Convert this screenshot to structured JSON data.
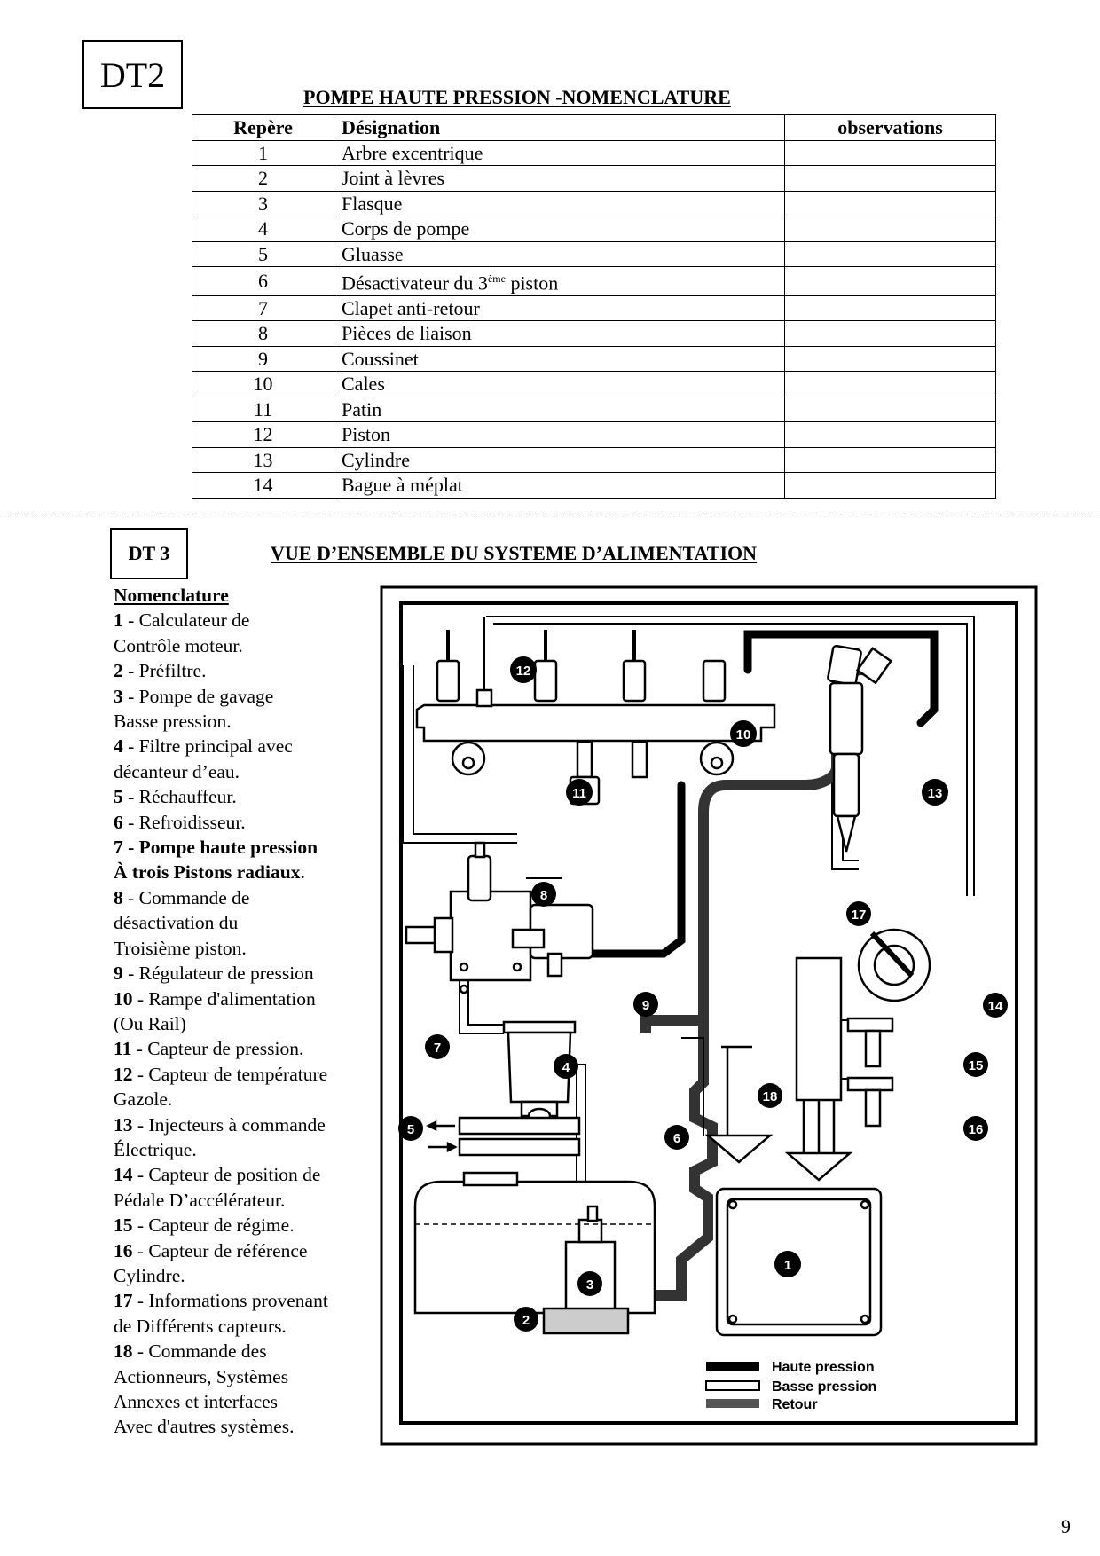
{
  "dt2": {
    "label": "DT2"
  },
  "table": {
    "title": "POMPE HAUTE PRESSION -NOMENCLATURE",
    "headers": [
      "Repère",
      "Désignation",
      "observations"
    ],
    "rows": [
      [
        "1",
        "Arbre excentrique",
        ""
      ],
      [
        "2",
        "Joint à lèvres",
        ""
      ],
      [
        "3",
        "Flasque",
        ""
      ],
      [
        "4",
        "Corps de pompe",
        ""
      ],
      [
        "5",
        "Gluasse",
        ""
      ],
      [
        "6",
        "Désactivateur du 3",
        ""
      ],
      [
        "7",
        "Clapet anti-retour",
        ""
      ],
      [
        "8",
        "Pièces de liaison",
        ""
      ],
      [
        "9",
        "Coussinet",
        ""
      ],
      [
        "10",
        "Cales",
        ""
      ],
      [
        "11",
        "Patin",
        ""
      ],
      [
        "12",
        "Piston",
        ""
      ],
      [
        "13",
        "Cylindre",
        ""
      ],
      [
        "14",
        "Bague à méplat",
        ""
      ]
    ],
    "row6_sup": "ème",
    "row6_tail": " piston"
  },
  "dt3": {
    "label": "DT 3",
    "title": "VUE D’ENSEMBLE DU SYSTEME D’ALIMENTATION"
  },
  "nomenclature": {
    "header": "Nomenclature",
    "lines": [
      {
        "num": "1",
        "text": " - Calculateur de"
      },
      {
        "num": "",
        "text": " Contrôle moteur."
      },
      {
        "num": "2",
        "text": " - Préfiltre."
      },
      {
        "num": "3",
        "text": " - Pompe de gavage"
      },
      {
        "num": "",
        "text": " Basse pression."
      },
      {
        "num": "4",
        "text": " - Filtre principal avec"
      },
      {
        "num": "",
        "text": "décanteur d’eau."
      },
      {
        "num": "5",
        "text": " - Réchauffeur."
      },
      {
        "num": "6",
        "text": " - Refroidisseur."
      },
      {
        "num": "7",
        "text": " - Pompe haute pression",
        "bold": true
      },
      {
        "num": "",
        "text": "À trois  Pistons radiaux",
        "bold": true,
        "tail": "."
      },
      {
        "num": "8",
        "text": " - Commande de"
      },
      {
        "num": "",
        "text": "désactivation du"
      },
      {
        "num": "",
        "text": "Troisième piston."
      },
      {
        "num": "9",
        "text": " - Régulateur de pression"
      },
      {
        "num": "10",
        "text": " - Rampe d'alimentation"
      },
      {
        "num": "",
        "text": "(Ou Rail)"
      },
      {
        "num": "11",
        "text": " - Capteur de pression."
      },
      {
        "num": "12",
        "text": " - Capteur de température"
      },
      {
        "num": "",
        "text": " Gazole."
      },
      {
        "num": "13",
        "text": " - Injecteurs à commande"
      },
      {
        "num": "",
        "text": "Électrique."
      },
      {
        "num": "14",
        "text": " - Capteur de position de"
      },
      {
        "num": "",
        "text": "Pédale  D’accélérateur."
      },
      {
        "num": "15",
        "text": " - Capteur de régime."
      },
      {
        "num": "16",
        "text": " - Capteur de référence"
      },
      {
        "num": "",
        "text": " Cylindre."
      },
      {
        "num": "17",
        "text": " - Informations provenant"
      },
      {
        "num": "",
        "text": "de Différents capteurs."
      },
      {
        "num": "18",
        "text": " - Commande des"
      },
      {
        "num": "",
        "text": "Actionneurs, Systèmes"
      },
      {
        "num": "",
        "text": "Annexes et interfaces"
      },
      {
        "num": "",
        "text": "Avec d'autres systèmes."
      }
    ]
  },
  "diagram": {
    "legend": [
      "Haute pression",
      "Basse pression",
      "Retour"
    ],
    "markers": [
      "1",
      "2",
      "3",
      "4",
      "5",
      "6",
      "7",
      "8",
      "9",
      "10",
      "11",
      "12",
      "13",
      "14",
      "15",
      "16",
      "17",
      "18"
    ]
  },
  "page_number": "9"
}
